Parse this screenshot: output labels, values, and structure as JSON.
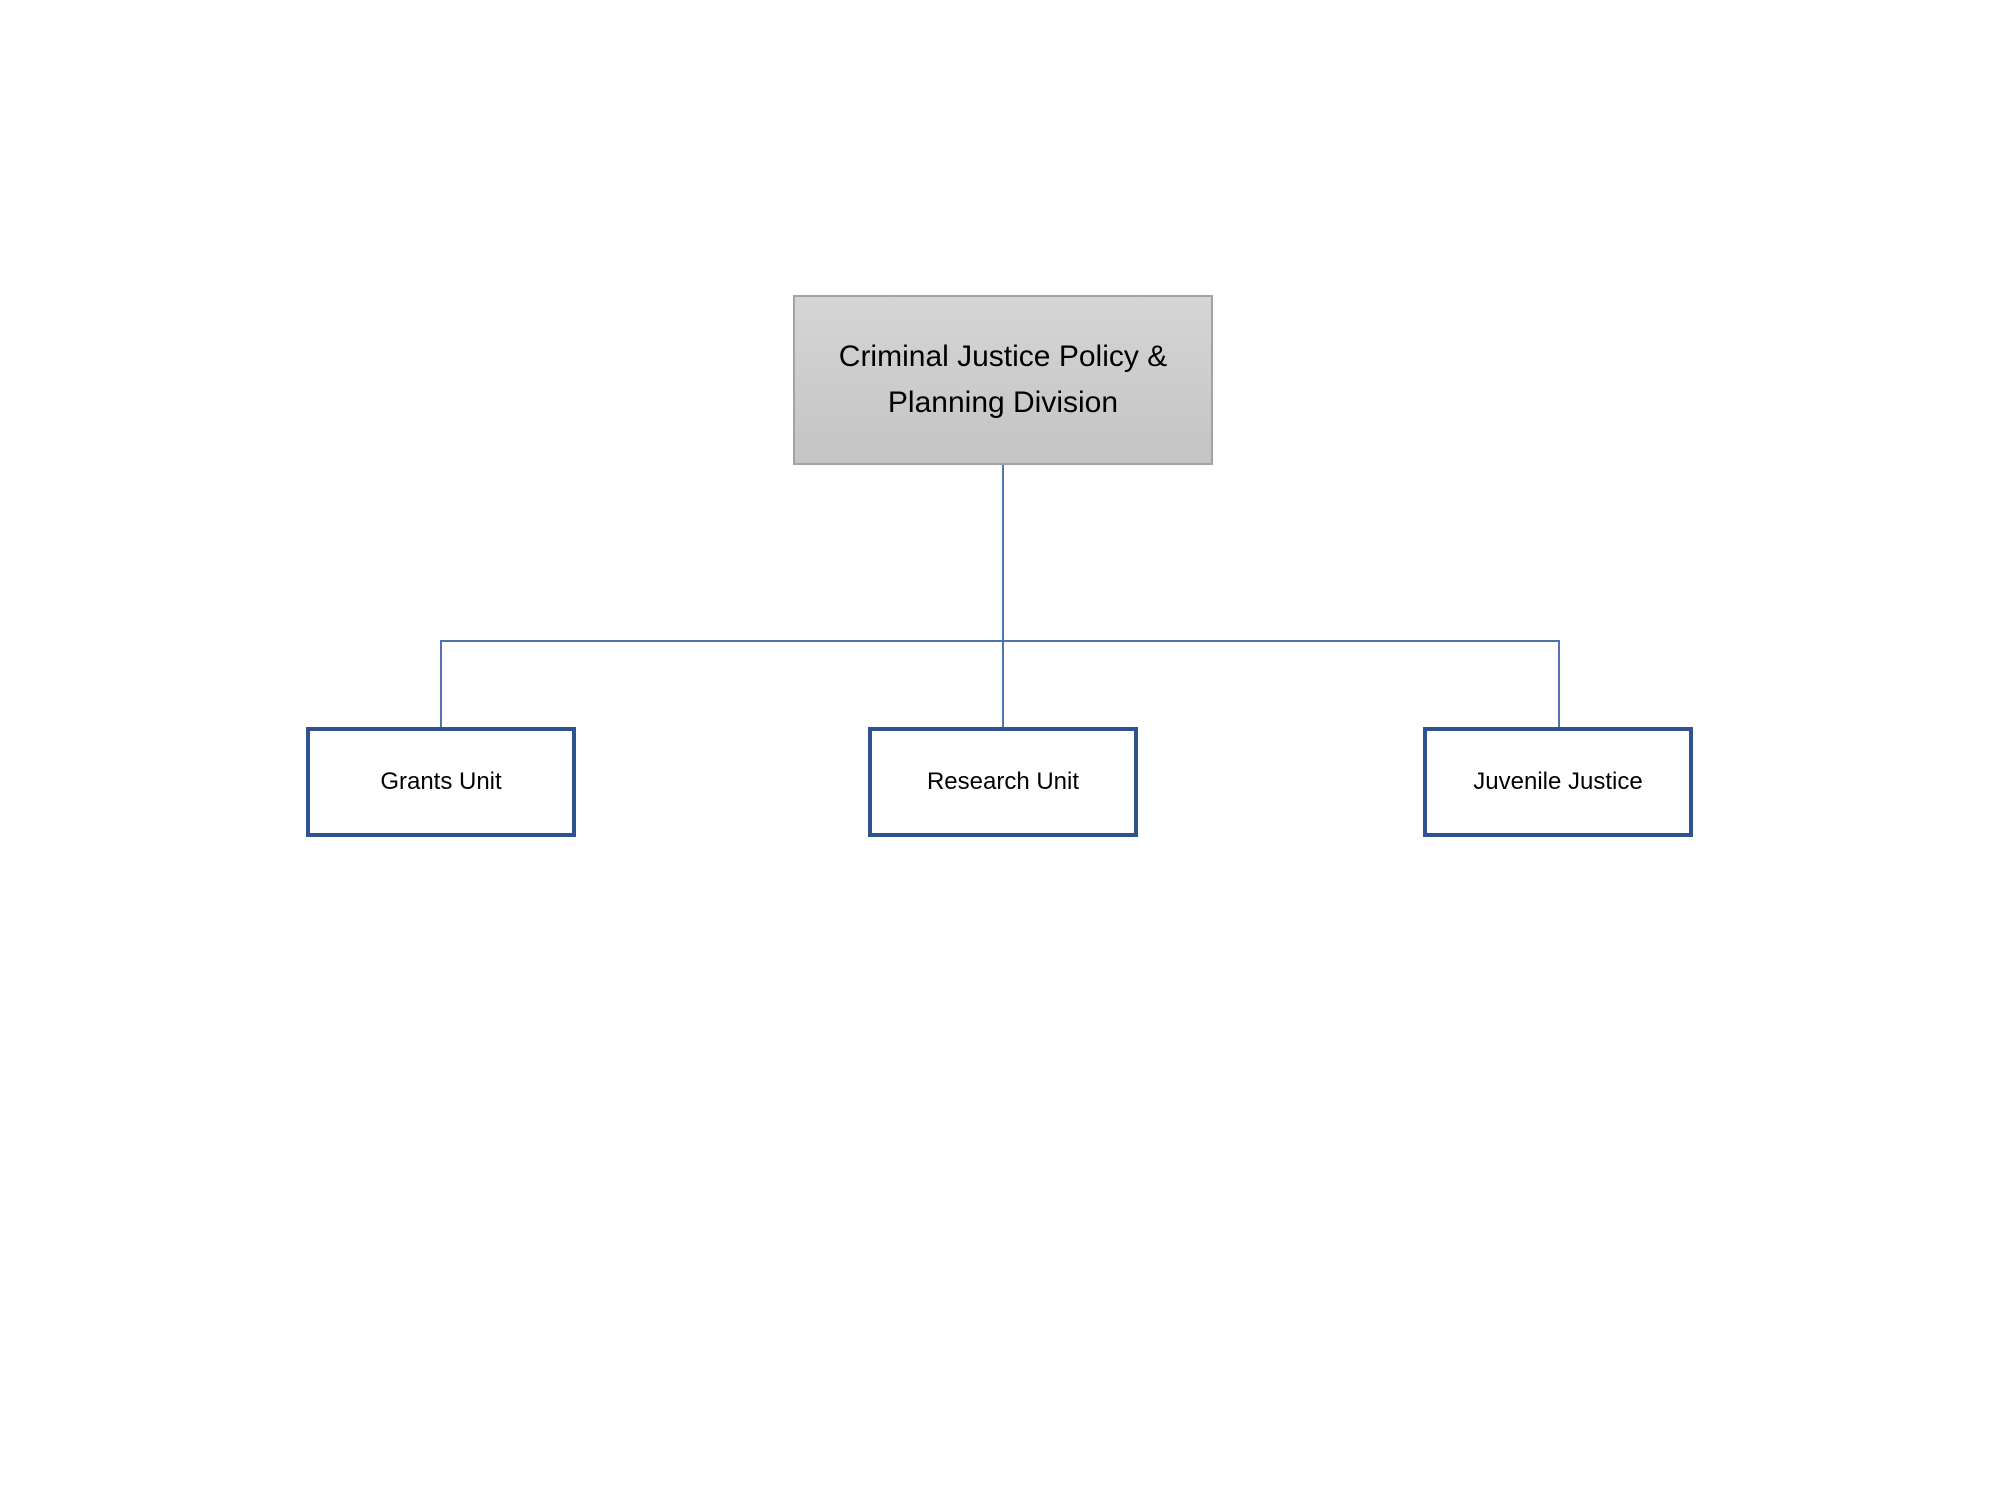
{
  "colors": {
    "root-fill-top": "#d5d5d5",
    "root-fill-bottom": "#c4c4c4",
    "root-border": "#a3a3a3",
    "root-text": "#000000",
    "child-fill": "#ffffff",
    "child-border": "#2f5291",
    "child-text": "#000000",
    "connector": "#5074b2"
  },
  "org_chart": {
    "root": {
      "label": "Criminal Justice Policy & Planning Division",
      "lines": [
        "Criminal Justice Policy &",
        "Planning Division"
      ]
    },
    "children": [
      {
        "label": "Grants Unit"
      },
      {
        "label": "Research Unit"
      },
      {
        "label": "Juvenile Justice"
      }
    ]
  }
}
